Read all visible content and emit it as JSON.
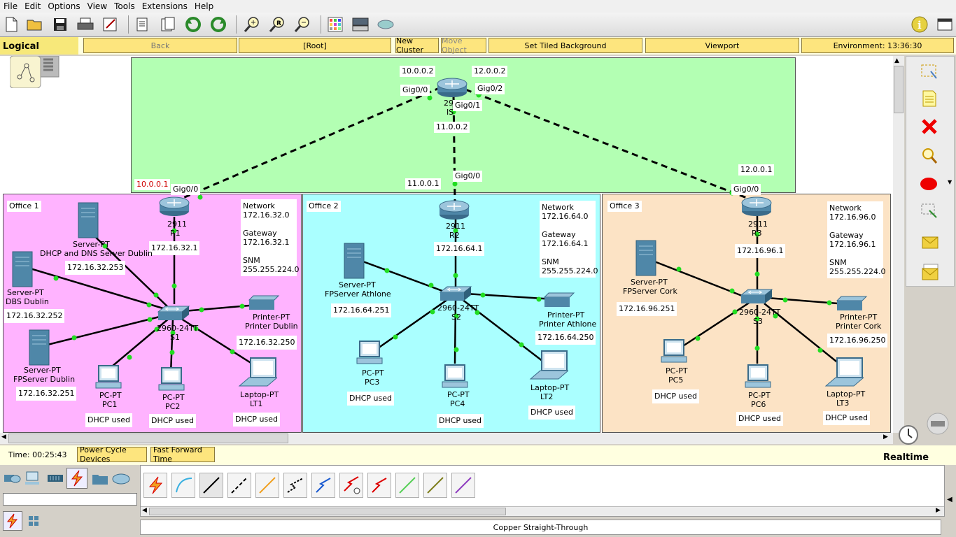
{
  "menu": [
    "File",
    "Edit",
    "Options",
    "View",
    "Tools",
    "Extensions",
    "Help"
  ],
  "toolbar_icons": [
    "new-file-icon",
    "open-folder-icon",
    "save-icon",
    "print-icon",
    "activity-wizard-icon",
    "copy-icon",
    "paste-icon",
    "undo-icon",
    "redo-icon",
    "zoom-in-icon",
    "zoom-reset-icon",
    "zoom-out-icon",
    "palette-icon",
    "custom-device-icon",
    "network-info-icon",
    "help-info-icon"
  ],
  "nav": {
    "tab": "Logical",
    "back": "Back",
    "root": "[Root]",
    "new_cluster": "New Cluster",
    "move_object": "Move Object",
    "tiled_bg": "Set Tiled Background",
    "viewport": "Viewport",
    "environment": "Environment: 13:36:30"
  },
  "topology": {
    "isp": {
      "name_a": "29",
      "name_b": "IS",
      "ip_left": "10.0.0.2",
      "ip_right": "12.0.0.2",
      "ip_mid": "11.0.0.2",
      "if_left": "Gig0/0",
      "if_mid": "Gig0/1",
      "if_right": "Gig0/2"
    },
    "links": {
      "r1_ip": "10.0.0.1",
      "r1_if": "Gig0/0",
      "r2_ip": "11.0.0.1",
      "r2_if": "Gig0/0",
      "r3_ip": "12.0.0.1",
      "r3_if": "Gig0/0"
    },
    "offices": [
      {
        "title": "Office 1",
        "router": "2911",
        "router_name": "R1",
        "router_ip": "172.16.32.1",
        "switch": "2960-24TT",
        "switch_name": "S1",
        "info": [
          "Network",
          "172.16.32.0",
          "",
          "Gateway",
          "172.16.32.1",
          "",
          "SNM",
          "255.255.224.0"
        ],
        "servers": [
          {
            "type": "Server-PT",
            "name": "DHCP and DNS Server Dublin",
            "ip": "172.16.32.253"
          },
          {
            "type": "Server-PT",
            "name": "DBS Dublin",
            "ip": "172.16.32.252"
          },
          {
            "type": "Server-PT",
            "name": "FPServer Dublin",
            "ip": "172.16.32.251"
          }
        ],
        "printer": {
          "type": "Printer-PT",
          "name": "Printer Dublin",
          "ip": "172.16.32.250"
        },
        "pcs": [
          {
            "type": "PC-PT",
            "name": "PC1",
            "ip": "DHCP used"
          },
          {
            "type": "PC-PT",
            "name": "PC2",
            "ip": "DHCP used"
          }
        ],
        "laptop": {
          "type": "Laptop-PT",
          "name": "LT1",
          "ip": "DHCP used"
        }
      },
      {
        "title": "Office 2",
        "router": "2911",
        "router_name": "R2",
        "router_ip": "172.16.64.1",
        "switch": "2960-24TT",
        "switch_name": "S2",
        "info": [
          "Network",
          "172.16.64.0",
          "",
          "Gateway",
          "172.16.64.1",
          "",
          "SNM",
          "255.255.224.0"
        ],
        "server": {
          "type": "Server-PT",
          "name": "FPServer Athlone",
          "ip": "172.16.64.251"
        },
        "printer": {
          "type": "Printer-PT",
          "name": "Printer Athlone",
          "ip": "172.16.64.250"
        },
        "pcs": [
          {
            "type": "PC-PT",
            "name": "PC3",
            "ip": "DHCP used"
          },
          {
            "type": "PC-PT",
            "name": "PC4",
            "ip": "DHCP used"
          }
        ],
        "laptop": {
          "type": "Laptop-PT",
          "name": "LT2",
          "ip": "DHCP used"
        }
      },
      {
        "title": "Office 3",
        "router": "2911",
        "router_name": "R3",
        "router_ip": "172.16.96.1",
        "switch": "2960-24TT",
        "switch_name": "S3",
        "info": [
          "Network",
          "172.16.96.0",
          "",
          "Gateway",
          "172.16.96.1",
          "",
          "SNM",
          "255.255.224.0"
        ],
        "server": {
          "type": "Server-PT",
          "name": "FPServer Cork",
          "ip": "172.16.96.251"
        },
        "printer": {
          "type": "Printer-PT",
          "name": "Printer Cork",
          "ip": "172.16.96.250"
        },
        "pcs": [
          {
            "type": "PC-PT",
            "name": "PC5",
            "ip": "DHCP used"
          },
          {
            "type": "PC-PT",
            "name": "PC6",
            "ip": "DHCP used"
          }
        ],
        "laptop": {
          "type": "Laptop-PT",
          "name": "LT3",
          "ip": "DHCP used"
        }
      }
    ]
  },
  "colors": {
    "isp_area": "#b3ffb3",
    "office1": "#ffb3ff",
    "office2": "#aaffff",
    "office3": "#fce3c5",
    "link_dot": "#22dd22"
  },
  "status": {
    "time": "Time: 00:25:43",
    "power_cycle": "Power Cycle Devices",
    "fast_forward": "Fast Forward Time",
    "mode": "Realtime"
  },
  "bottom": {
    "selected_cable": "Copper Straight-Through",
    "cable_icons": [
      "auto-connection-icon",
      "console-cable-icon",
      "copper-straight-through-icon",
      "copper-cross-over-icon",
      "fiber-icon",
      "phone-cable-icon",
      "coaxial-icon",
      "serial-dce-icon",
      "serial-dte-icon",
      "octal-cable-icon",
      "iot-custom-cable-icon",
      "usb-cable-icon"
    ]
  }
}
